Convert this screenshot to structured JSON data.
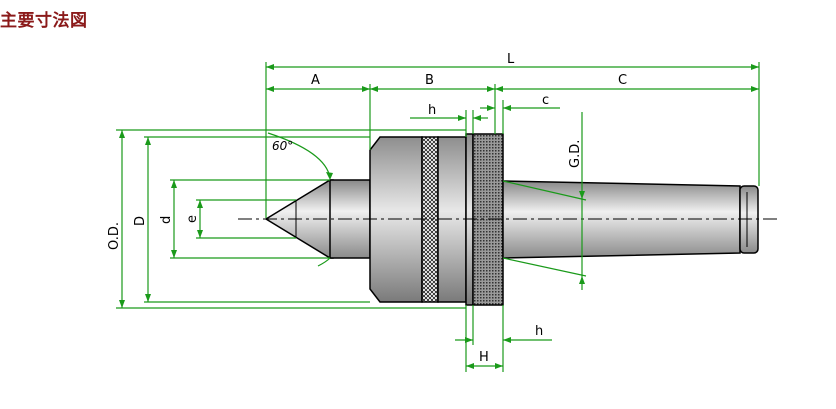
{
  "title": "主要寸法図",
  "angle_label": "60°",
  "dimensions": {
    "L": "L",
    "A": "A",
    "B": "B",
    "C": "C",
    "h_top": "h",
    "c": "c",
    "GD": "G.D.",
    "OD": "O.D.",
    "D": "D",
    "d": "d",
    "e": "e",
    "H": "H",
    "h_bottom": "h"
  },
  "colors": {
    "title": "#8b1a1a",
    "dimension_lines": "#1a9a1a",
    "outline": "#000000",
    "body_fill": "#c8c8c8"
  }
}
